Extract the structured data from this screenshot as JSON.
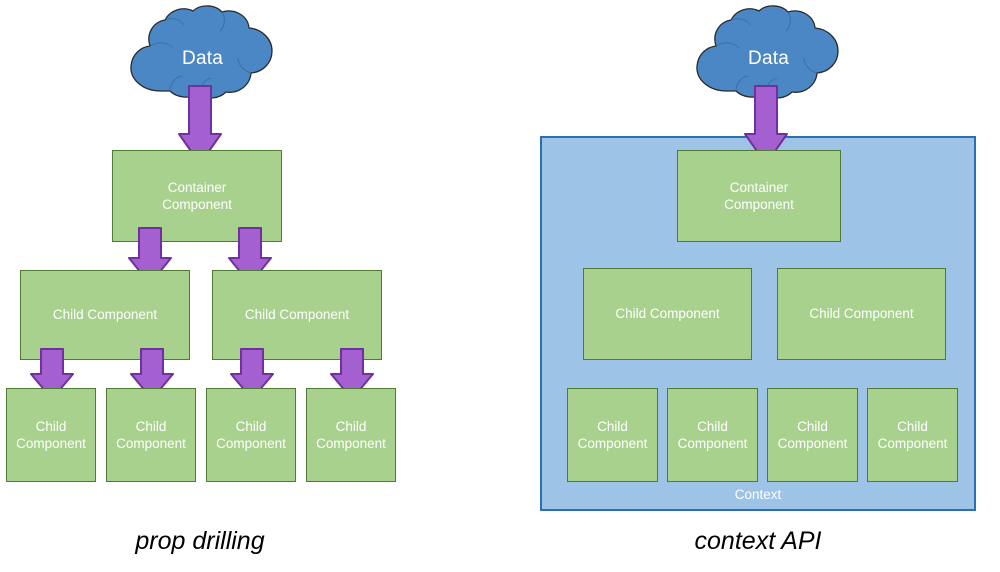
{
  "diagram": {
    "title_left": "prop drilling",
    "title_right": "context API",
    "colors": {
      "cloud_fill": "#4a87c4",
      "cloud_stroke": "#2b2b2b",
      "box_fill": "#a9d18e",
      "box_stroke": "#4e7c32",
      "arrow_fill": "#a45fd0",
      "arrow_stroke": "#7030a0",
      "context_fill": "#9dc3e6",
      "context_stroke": "#2e6fb0",
      "label_text": "#ffffff",
      "caption_text": "#000000",
      "background": "#ffffff"
    }
  },
  "prop_drilling": {
    "caption": "prop drilling",
    "cloud": {
      "label": "Data",
      "icon": "cloud-icon"
    },
    "arrow_icon": "down-arrow-icon",
    "container": {
      "line1": "Container",
      "line2": "Component"
    },
    "middle_row": [
      {
        "label": "Child Component"
      },
      {
        "label": "Child Component"
      }
    ],
    "bottom_row": [
      {
        "line1": "Child",
        "line2": "Component"
      },
      {
        "line1": "Child",
        "line2": "Component"
      },
      {
        "line1": "Child",
        "line2": "Component"
      },
      {
        "line1": "Child",
        "line2": "Component"
      }
    ],
    "arrows": [
      {
        "name": "arrow-data-to-container"
      },
      {
        "name": "arrow-container-to-child-1"
      },
      {
        "name": "arrow-container-to-child-2"
      },
      {
        "name": "arrow-child1-to-leaf-1"
      },
      {
        "name": "arrow-child1-to-leaf-2"
      },
      {
        "name": "arrow-child2-to-leaf-3"
      },
      {
        "name": "arrow-child2-to-leaf-4"
      }
    ]
  },
  "context_api": {
    "caption": "context API",
    "cloud": {
      "label": "Data",
      "icon": "cloud-icon"
    },
    "arrow_icon": "down-arrow-icon",
    "context_label": "Context",
    "container": {
      "line1": "Container",
      "line2": "Component"
    },
    "middle_row": [
      {
        "label": "Child Component"
      },
      {
        "label": "Child Component"
      }
    ],
    "bottom_row": [
      {
        "line1": "Child",
        "line2": "Component"
      },
      {
        "line1": "Child",
        "line2": "Component"
      },
      {
        "line1": "Child",
        "line2": "Component"
      },
      {
        "line1": "Child",
        "line2": "Component"
      }
    ],
    "arrows": [
      {
        "name": "arrow-data-to-container"
      }
    ]
  }
}
